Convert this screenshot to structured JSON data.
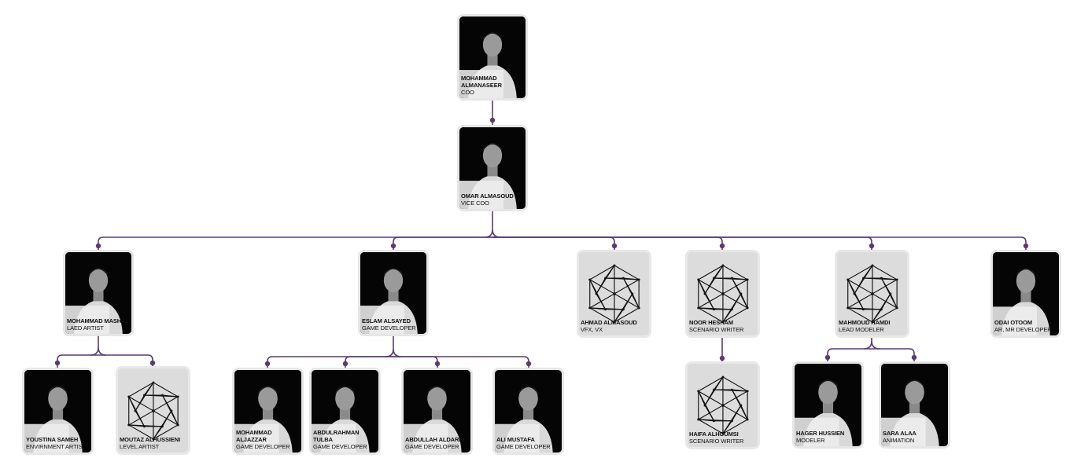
{
  "colors": {
    "connector": "#5b3a73",
    "card_border": "#e6e6e6",
    "placeholder_bg": "#dcdcdc"
  },
  "nodes": {
    "coo": {
      "name": "MOHAMMAD ALMANASEER",
      "role": "COO"
    },
    "vice_coo": {
      "name": "OMAR ALMASOUD",
      "role": "VICE COO"
    },
    "lead_artist": {
      "name": "MOHAMMAD MASHAL",
      "role": "LAED ARTIST"
    },
    "lead_dev": {
      "name": "ESLAM ALSAYED",
      "role": "GAME DEVELOPER"
    },
    "vfx": {
      "name": "AHMAD ALMASOUD",
      "role": "VFX, VX"
    },
    "scenario1": {
      "name": "NOOR HESHAM",
      "role": "SCENARIO WRITER"
    },
    "lead_modeler": {
      "name": "MAHMOUD HAMDI",
      "role": "LEAD MODELER"
    },
    "ar_mr": {
      "name": "ODAI OTOOM",
      "role": "AR, MR DEVELOPER"
    },
    "env_artist": {
      "name": "YOUSTINA SAMEH",
      "role": "ENVIRNMENT ARTIST"
    },
    "level_artist": {
      "name": "MOUTAZ ALHUSSIENI",
      "role": "LEVEL ARTIST"
    },
    "dev1": {
      "name": "MOHAMMAD ALJAZZAR",
      "role": "GAME DEVELOPER"
    },
    "dev2": {
      "name": "ABDULRAHMAN TULBA",
      "role": "GAME DEVELOPER"
    },
    "dev3": {
      "name": "ABDULLAH ALDARBI",
      "role": "GAME DEVELOPER"
    },
    "dev4": {
      "name": "ALI MUSTAFA",
      "role": "GAME DEVELOPER"
    },
    "scenario2": {
      "name": "HAIFA ALHOUMSI",
      "role": "SCENARIO WRITER"
    },
    "modeler": {
      "name": "HAGER HUSSIEN",
      "role": "MODELER"
    },
    "animation": {
      "name": "SARA ALAA",
      "role": "ANIMATION"
    }
  },
  "icons": {
    "placeholder": "hexagonal-network-logo-icon",
    "photo": "person-photo-icon"
  }
}
